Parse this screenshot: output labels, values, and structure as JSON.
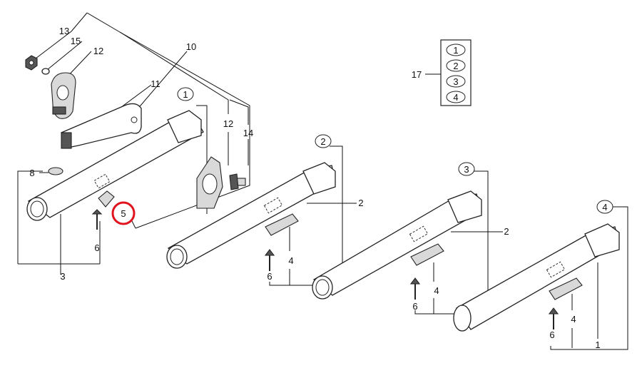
{
  "diagram": {
    "callouts": {
      "c1": "1",
      "c2a": "2",
      "c2b": "2",
      "c3": "3",
      "c4a": "4",
      "c4b": "4",
      "c4c": "4",
      "c5": "5",
      "c6a": "6",
      "c6b": "6",
      "c6c": "6",
      "c6d": "6",
      "c8": "8",
      "c10": "10",
      "c11": "11",
      "c12a": "12",
      "c12b": "12",
      "c13": "13",
      "c14": "14",
      "c15": "15",
      "c17": "17"
    },
    "tube_markers": {
      "m1": "1",
      "m2": "2",
      "m3": "3",
      "m4": "4"
    },
    "kit_items": [
      "1",
      "2",
      "3",
      "4"
    ],
    "highlight_color": "#e0141e"
  }
}
